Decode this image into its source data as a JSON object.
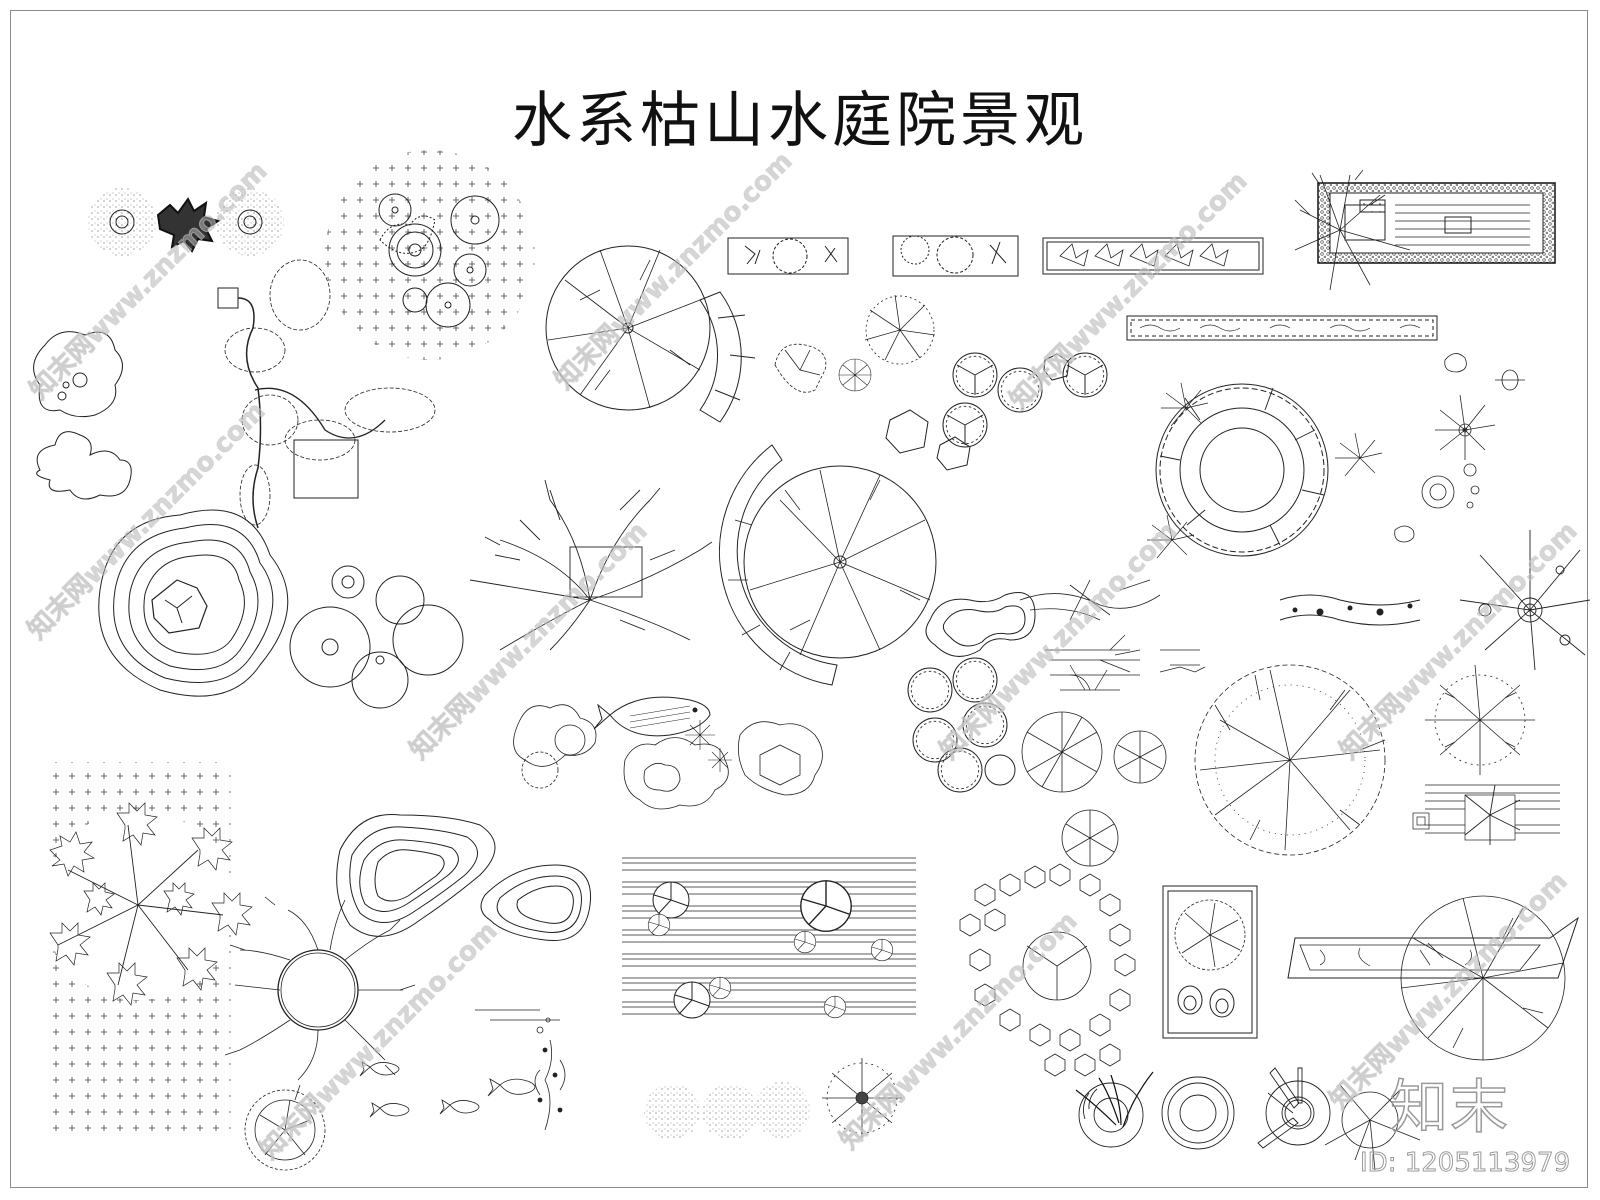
{
  "sheet": {
    "title": "水系枯山水庭院景观",
    "watermark": "知末网www.znzmo.com",
    "logo": "知末",
    "id_label": "ID: 1205113979"
  },
  "symbols": [
    {
      "name": "shrub-pair-top-left",
      "type": "shrub"
    },
    {
      "name": "dotted-grid-tree-cluster",
      "type": "tree-cluster"
    },
    {
      "name": "large-branch-tree-with-arc-path",
      "type": "tree"
    },
    {
      "name": "planter-box-1",
      "type": "planter"
    },
    {
      "name": "planter-box-2",
      "type": "planter"
    },
    {
      "name": "planter-box-3",
      "type": "planter"
    },
    {
      "name": "gravel-pond-with-tree",
      "type": "pond"
    },
    {
      "name": "long-gravel-strip",
      "type": "planter"
    },
    {
      "name": "bonsai-pine",
      "type": "tree"
    },
    {
      "name": "stepping-stone-islands",
      "type": "rock"
    },
    {
      "name": "contour-rock-mound",
      "type": "rock"
    },
    {
      "name": "circle-stepping-stones",
      "type": "stone"
    },
    {
      "name": "bare-branch-tree",
      "type": "tree"
    },
    {
      "name": "round-tree-with-arc-path",
      "type": "tree"
    },
    {
      "name": "circular-plaza-with-palms",
      "type": "plaza"
    },
    {
      "name": "koi-fish-and-shrubs",
      "type": "shrub"
    },
    {
      "name": "radial-tree-group",
      "type": "tree"
    },
    {
      "name": "dense-canopy-tree",
      "type": "tree"
    },
    {
      "name": "leafy-tree-on-grid",
      "type": "tree"
    },
    {
      "name": "contour-pond-shapes",
      "type": "pond"
    },
    {
      "name": "water-lines-with-lilies",
      "type": "water"
    },
    {
      "name": "fish-and-waterweed",
      "type": "water"
    },
    {
      "name": "cobble-circle-path",
      "type": "path"
    },
    {
      "name": "framed-tree-box",
      "type": "tree"
    },
    {
      "name": "stone-bench-with-tree",
      "type": "bench"
    },
    {
      "name": "water-basin-symbols",
      "type": "basin"
    }
  ],
  "colors": {
    "line": "#222222",
    "frame": "#8a8a8a",
    "watermark": "#b4b4b4"
  }
}
